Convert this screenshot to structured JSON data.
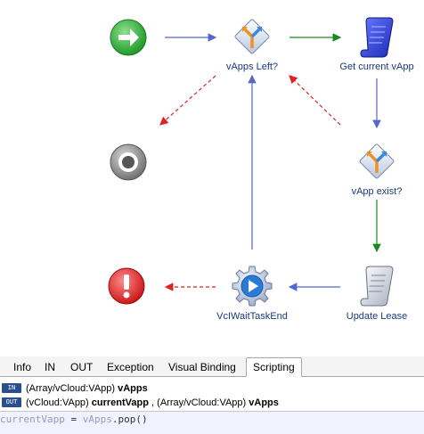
{
  "workflow": {
    "nodes": {
      "start": {
        "icon": "green-arrow-start-icon"
      },
      "vapps_left": {
        "label": "vApps Left?",
        "icon": "decision-icon"
      },
      "get_current": {
        "label": "Get current vApp",
        "icon": "script-scroll-icon"
      },
      "vapp_exist": {
        "label": "vApp exist?",
        "icon": "decision-icon"
      },
      "end": {
        "icon": "end-target-icon"
      },
      "error": {
        "icon": "exclamation-error-icon"
      },
      "wait_task": {
        "label": "VcIWaitTaskEnd",
        "icon": "gear-play-icon"
      },
      "update_lease": {
        "label": "Update Lease",
        "icon": "script-scroll-icon"
      }
    },
    "colors": {
      "normal": "#5566cc",
      "true": "#1a8a1a",
      "error": "#dd2222"
    }
  },
  "tabs": [
    "Info",
    "IN",
    "OUT",
    "Exception",
    "Visual Binding",
    "Scripting"
  ],
  "active_tab": "Scripting",
  "bindings": {
    "in": {
      "badge": "IN",
      "type": "(Array/vCloud:VApp)",
      "name": "vApps"
    },
    "out": {
      "badge": "OUT",
      "type1": "(vCloud:VApp)",
      "name1": "currentVapp",
      "sep": ",",
      "type2": "(Array/vCloud:VApp)",
      "name2": "vApps"
    }
  },
  "script": {
    "var1": "currentVapp",
    "op": " = ",
    "var2": "vApps",
    "call": ".pop()"
  }
}
